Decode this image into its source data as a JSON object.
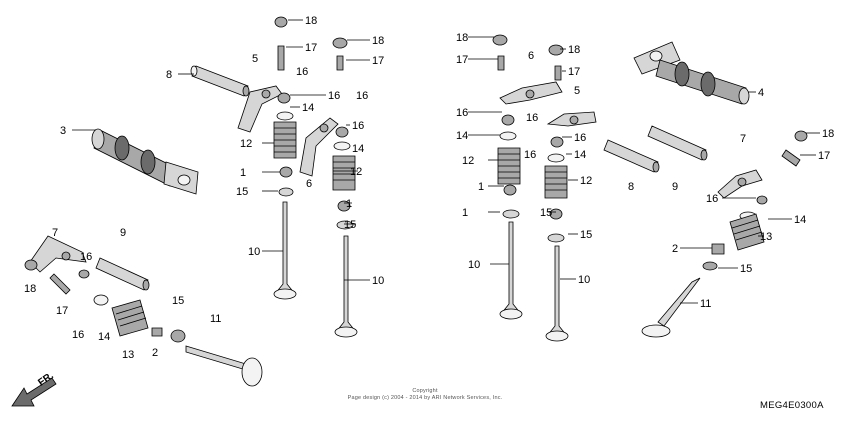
{
  "copyright": {
    "line1": "Copyright",
    "line2": "Page design (c) 2004 - 2014 by ARI Network Services, Inc."
  },
  "diagram_code": "MEG4E0300A",
  "direction_label": "FR.",
  "callouts": [
    "18",
    "17",
    "18",
    "17",
    "8",
    "5",
    "16",
    "16",
    "16",
    "14",
    "16",
    "3",
    "12",
    "14",
    "1",
    "12",
    "6",
    "15",
    "1",
    "15",
    "10",
    "10",
    "7",
    "9",
    "16",
    "18",
    "17",
    "16",
    "14",
    "15",
    "13",
    "2",
    "11",
    "18",
    "17",
    "6",
    "18",
    "17",
    "4",
    "16",
    "5",
    "16",
    "14",
    "16",
    "16",
    "14",
    "12",
    "12",
    "1",
    "8",
    "9",
    "7",
    "18",
    "17",
    "16",
    "14",
    "15",
    "1",
    "15",
    "13",
    "2",
    "15",
    "10",
    "10",
    "11"
  ]
}
